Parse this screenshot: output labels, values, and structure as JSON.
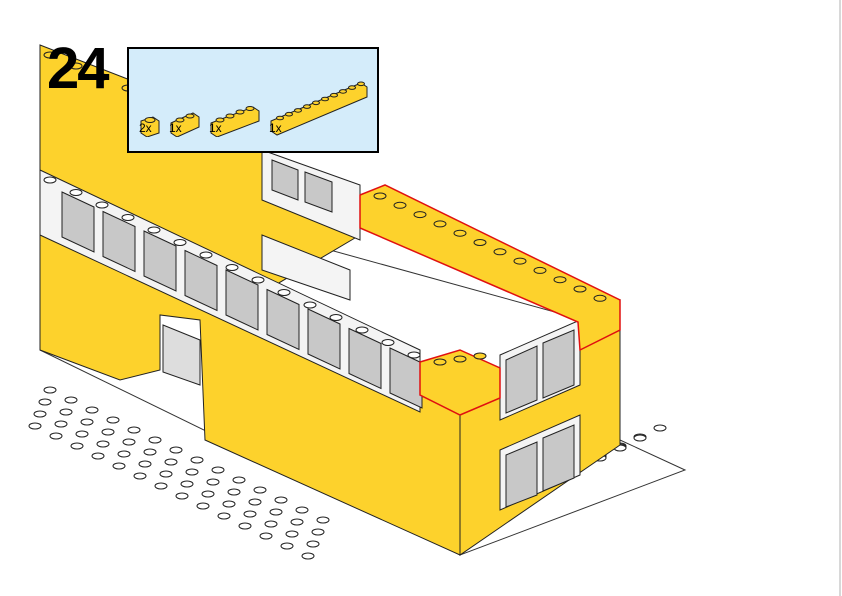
{
  "step": {
    "number": "24"
  },
  "parts_list": [
    {
      "name": "brick-1x1",
      "count": "2x",
      "studs": 1
    },
    {
      "name": "brick-1x2",
      "count": "1x",
      "studs": 2
    },
    {
      "name": "brick-1x4",
      "count": "1x",
      "studs": 4
    },
    {
      "name": "brick-1x10",
      "count": "1x",
      "studs": 10
    }
  ],
  "colors": {
    "brick": "#fdd22c",
    "baseplate": "#ffffff",
    "window": "#c8c8c8",
    "highlight": "#e01010",
    "parts_bg": "#d4ecfa"
  }
}
